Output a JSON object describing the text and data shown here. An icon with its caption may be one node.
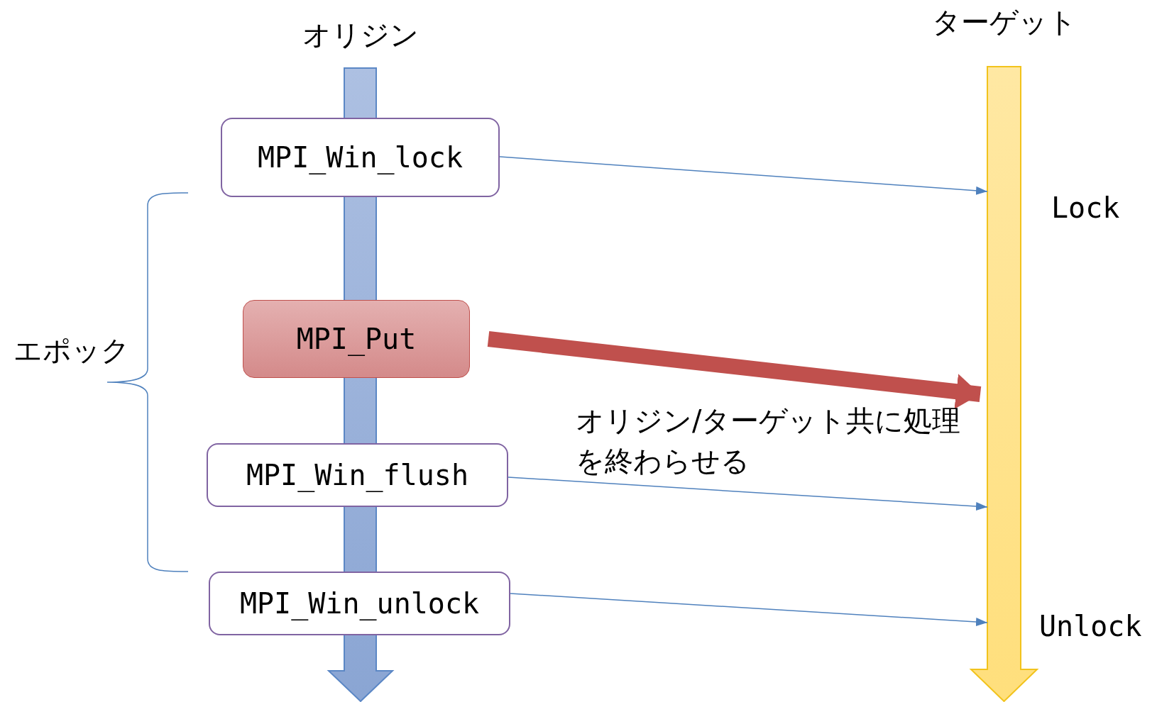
{
  "diagram": {
    "nodes": [
      {
        "text": [
          "オリジン"
        ]
      },
      {
        "text": [
          "ターゲット"
        ]
      },
      {
        "text": [
          "MPI_Win_lock"
        ]
      },
      {
        "text": [
          "MPI_Put"
        ]
      },
      {
        "text": [
          "MPI_Win_flush"
        ]
      },
      {
        "text": [
          "MPI_Win_unlock"
        ]
      }
    ],
    "edges": [
      {
        "from": 2,
        "to": 1,
        "arrow": "to"
      },
      {
        "from": 3,
        "to": 1,
        "arrow": "to",
        "style": "thick",
        "color": "#c0504d"
      },
      {
        "from": 4,
        "to": 1,
        "arrow": "to"
      },
      {
        "from": 5,
        "to": 1,
        "arrow": "to"
      }
    ],
    "labels": [
      "エポック",
      "Lock",
      "オリジン/ターゲット共に処理を終わらせる",
      "Unlock"
    ]
  }
}
